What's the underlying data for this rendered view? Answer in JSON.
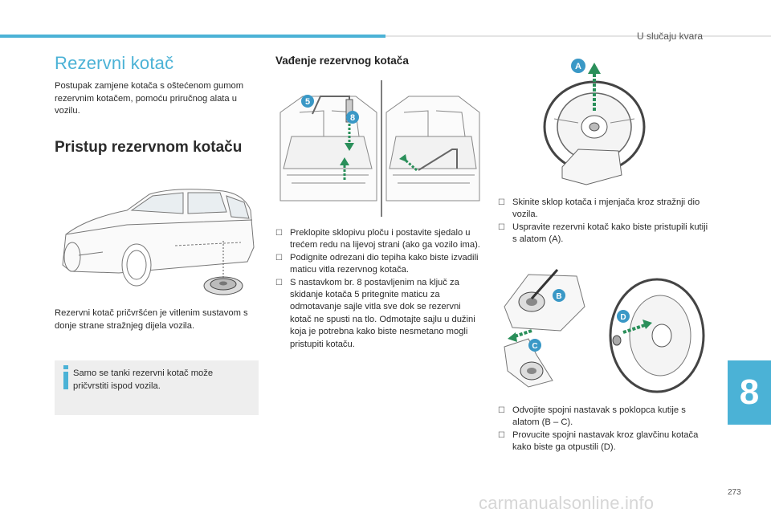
{
  "header": {
    "section": "U slučaju kvara"
  },
  "left": {
    "title": "Rezervni kotač",
    "intro": "Postupak zamjene kotača s oštećenom gumom rezervnim kotačem, pomoću priručnog alata u vozilu.",
    "subtitle": "Pristup rezervnom kotaču",
    "caption": "Rezervni kotač pričvršćen je vitlenim sustavom s donje strane stražnjeg dijela vozila.",
    "note": "Samo se tanki rezervni kotač može pričvrstiti ispod vozila."
  },
  "middle": {
    "title": "Vađenje rezervnog kotača",
    "figure_labels": [
      "5",
      "8"
    ],
    "bullets": [
      "Preklopite sklopivu ploču i postavite sjedalo u trećem redu na lijevoj strani (ako ga vozilo ima).",
      "Podignite odrezani dio tepiha kako biste izvadili maticu vitla rezervnog kotača.",
      "S nastavkom br. 8 postavljenim na ključ za skidanje kotača 5 pritegnite maticu za odmotavanje sajle vitla sve dok se rezervni kotač ne spusti na tlo. Odmotajte sajlu u dužini koja je potrebna kako biste nesmetano mogli pristupiti kotaču."
    ]
  },
  "right": {
    "figure_label_top": "A",
    "bullets_top": [
      " Skinite sklop kotača i mjenjača kroz stražnji dio vozila.",
      "Uspravite rezervni kotač kako biste pristupili kutiji s alatom (A)."
    ],
    "figure_labels_bottom": [
      "B",
      "C",
      "D"
    ],
    "bullets_bottom": [
      "Odvojite spojni nastavak s poklopca kutije s alatom (B – C).",
      "Provucite spojni nastavak kroz glavčinu kotača kako biste ga otpustili (D)."
    ]
  },
  "chapter": "8",
  "page_number": "273",
  "watermark": "carmanualsonline.info",
  "colors": {
    "accent": "#4bb2d6",
    "label_blue": "#3a98c6",
    "arrow_green": "#2a8f5a",
    "note_bg": "#eeeeee"
  },
  "icons": {
    "bullet": "checkbox-bullet-icon",
    "note": "info-icon"
  }
}
